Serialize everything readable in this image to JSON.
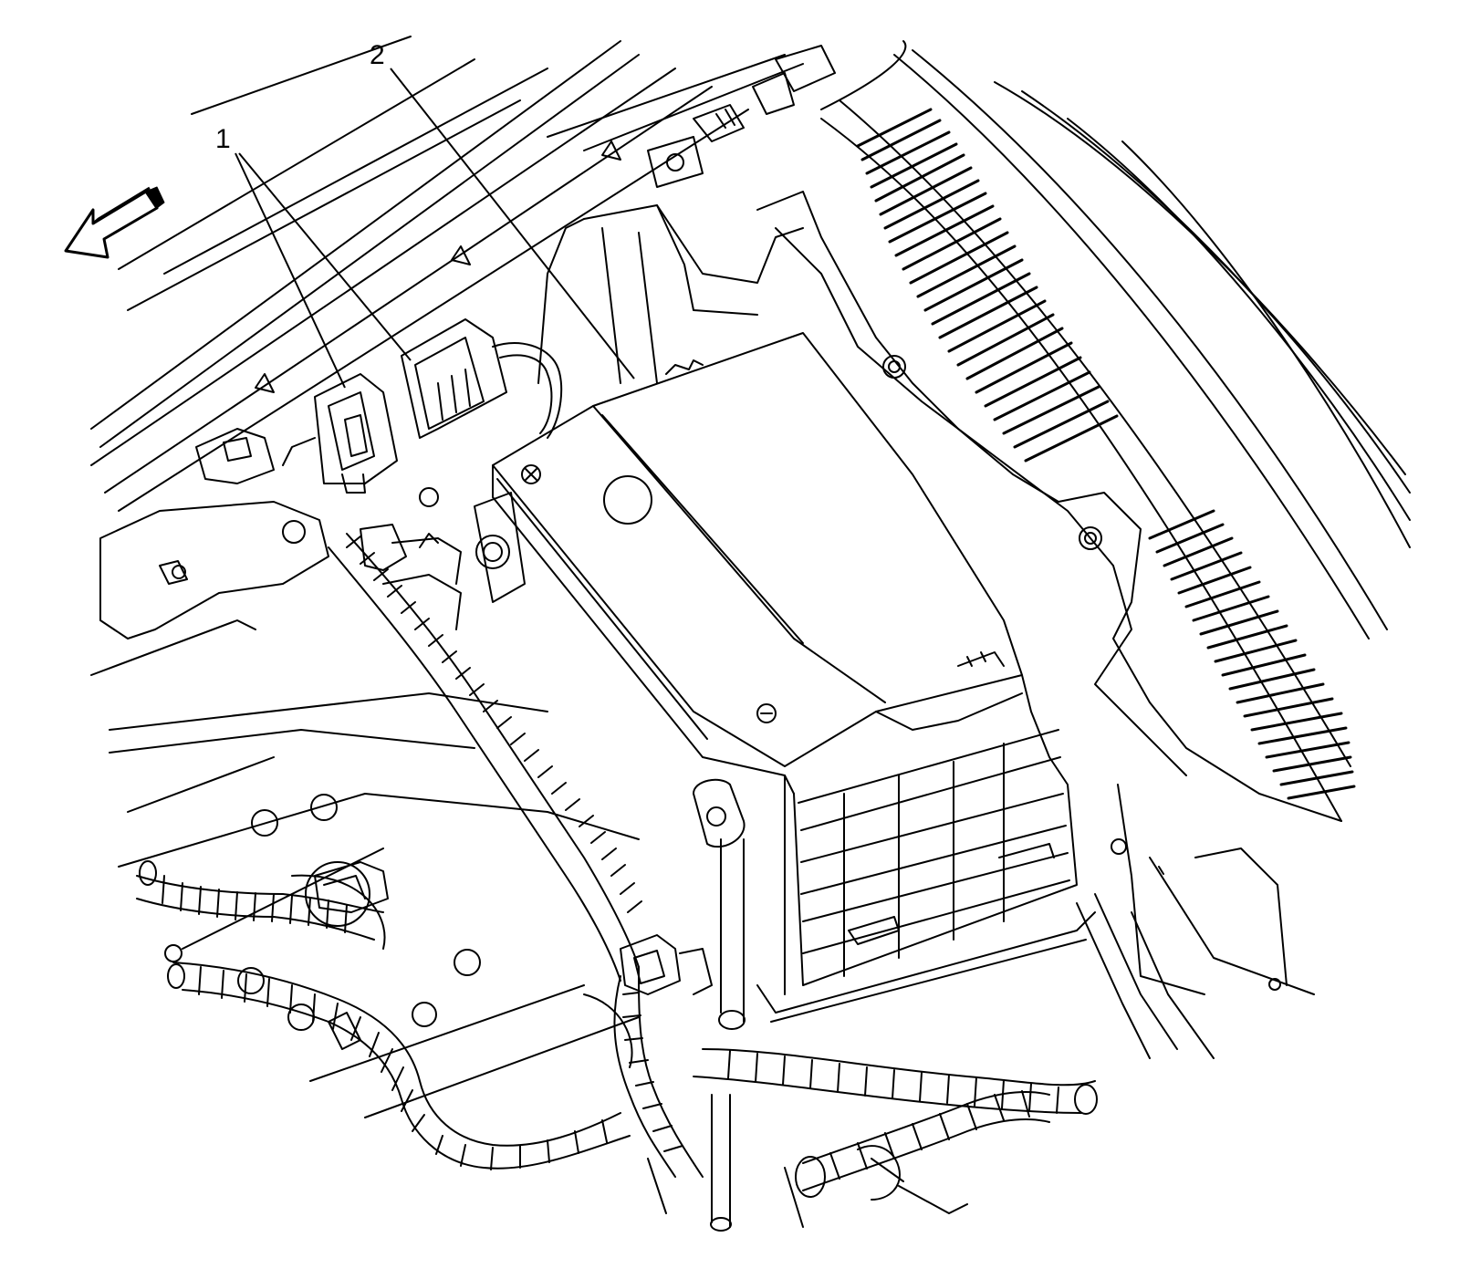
{
  "diagram": {
    "callouts": [
      {
        "id": "callout-1",
        "label": "1"
      },
      {
        "id": "callout-2",
        "label": "2"
      }
    ],
    "direction_arrow": {
      "icon": "front-direction-arrow-icon"
    },
    "colors": {
      "line": "#000000",
      "background": "#ffffff"
    }
  }
}
